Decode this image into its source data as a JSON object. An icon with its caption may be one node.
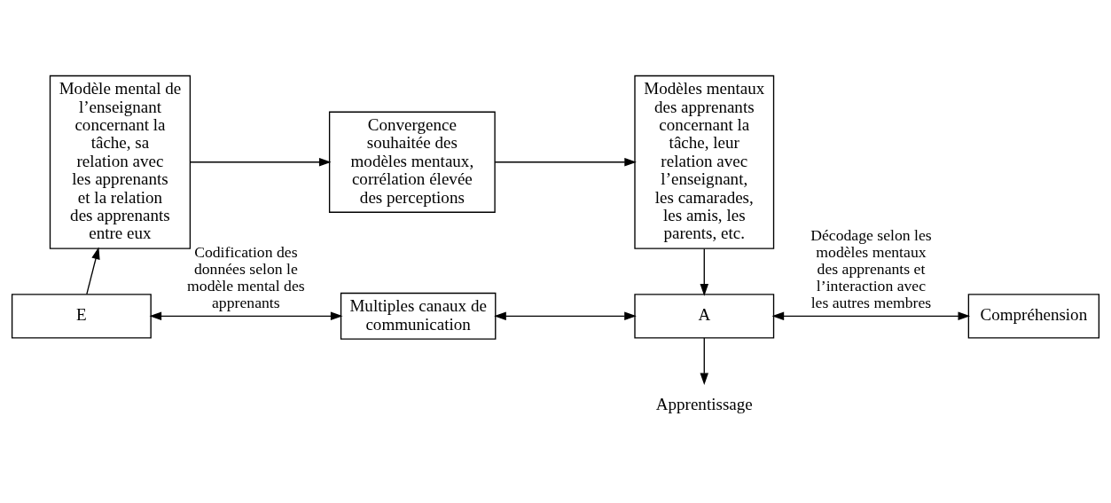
{
  "diagram": {
    "nodes": [
      {
        "text": [
          "Modèle mental de l’enseignant concernant la tâche, sa relation avec les apprenants et la relation des apprenants entre eux"
        ]
      },
      {
        "text": [
          "Convergence souhaitée des modèles mentaux, corrélation élevée des perceptions"
        ]
      },
      {
        "text": [
          "Modèles mentaux des apprenants concernant la tâche, leur relation avec l’enseignant, les camarades, les amis, les parents, etc."
        ]
      },
      {
        "text": [
          "E"
        ]
      },
      {
        "text": [
          "Multiples canaux de communication"
        ]
      },
      {
        "text": [
          "A"
        ]
      },
      {
        "text": [
          "Compréhension"
        ]
      },
      {
        "text": [
          "Apprentissage"
        ]
      }
    ],
    "edges": [
      {
        "from": 0,
        "to": 1,
        "arrow": "to"
      },
      {
        "from": 1,
        "to": 2,
        "arrow": "to"
      },
      {
        "from": 3,
        "to": 0,
        "arrow": "to"
      },
      {
        "from": 2,
        "to": 5,
        "arrow": "to"
      },
      {
        "from": 3,
        "to": 4,
        "arrow": "both",
        "label": "Codification des données selon le modèle mental des apprenants"
      },
      {
        "from": 4,
        "to": 5,
        "arrow": "both"
      },
      {
        "from": 5,
        "to": 6,
        "arrow": "both",
        "label": "Décodage selon les modèles mentaux des apprenants et l’interaction avec les autres membres"
      },
      {
        "from": 5,
        "to": 7,
        "arrow": "to"
      }
    ]
  }
}
